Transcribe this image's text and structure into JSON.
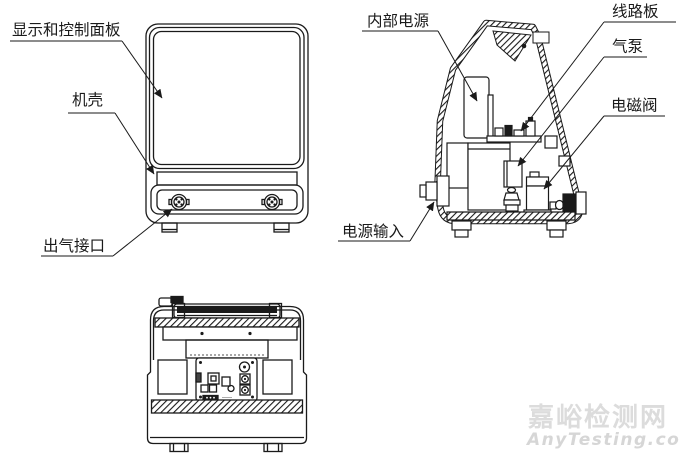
{
  "labels": {
    "display_panel": "显示和控制面板",
    "casing": "机壳",
    "air_outlet": "出气接口",
    "internal_power": "内部电源",
    "circuit_board": "线路板",
    "air_pump": "气泵",
    "solenoid_valve": "电磁阀",
    "power_input": "电源输入"
  },
  "watermark": {
    "site_name": "嘉峪检测网",
    "site_url": "AnyTesting.com",
    "color": "#d9d9d9"
  },
  "colors": {
    "line": "#1a1a1a",
    "background": "#ffffff"
  }
}
